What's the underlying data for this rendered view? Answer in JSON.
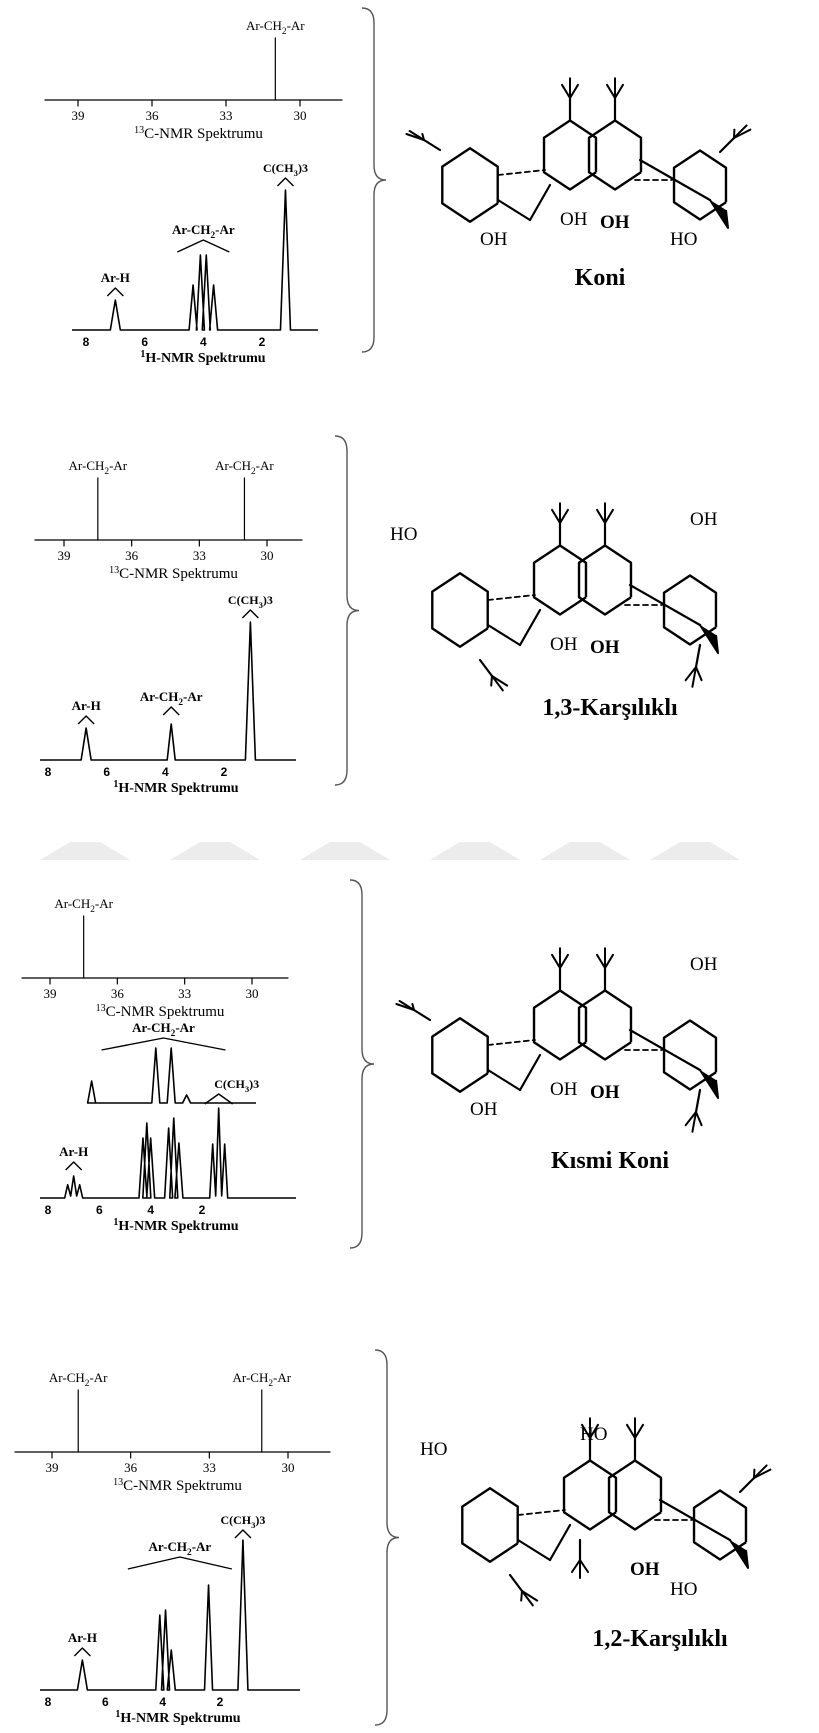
{
  "panels": [
    {
      "name": "Koni",
      "c13": {
        "title": "C-NMR Spektrumu",
        "sup": "13",
        "ticks": [
          "39",
          "36",
          "33",
          "30"
        ],
        "peaks": [
          {
            "label": "Ar-CH",
            "sub": "2",
            "tail": "-Ar",
            "ppm": 31.0
          }
        ]
      },
      "h1": {
        "title": "H-NMR Spektrumu",
        "sup": "1",
        "ticks": [
          "8",
          "6",
          "4",
          "2"
        ],
        "labels": [
          {
            "text": "Ar-H",
            "sub": "",
            "tail": ""
          },
          {
            "text": "Ar-CH",
            "sub": "2",
            "tail": "-Ar"
          },
          {
            "text": "C(CH",
            "sub": "3",
            "tail": ")3"
          }
        ]
      },
      "molecule": {
        "oh": [
          "OH",
          "OH",
          "OH",
          "HO"
        ]
      }
    },
    {
      "name": "1,3-Karşılıklı",
      "c13": {
        "title": "C-NMR Spektrumu",
        "sup": "13",
        "ticks": [
          "39",
          "36",
          "33",
          "30"
        ],
        "peaks": [
          {
            "label": "Ar-CH",
            "sub": "2",
            "tail": "-Ar",
            "ppm": 37.5
          },
          {
            "label": "Ar-CH",
            "sub": "2",
            "tail": "-Ar",
            "ppm": 31.0
          }
        ]
      },
      "h1": {
        "title": "H-NMR Spektrumu",
        "sup": "1",
        "ticks": [
          "8",
          "6",
          "4",
          "2"
        ],
        "labels": [
          {
            "text": "Ar-H",
            "sub": "",
            "tail": ""
          },
          {
            "text": "Ar-CH",
            "sub": "2",
            "tail": "-Ar"
          },
          {
            "text": "C(CH",
            "sub": "3",
            "tail": ")3"
          }
        ]
      },
      "molecule": {
        "oh": [
          "HO",
          "OH",
          "OH",
          "OH"
        ]
      }
    },
    {
      "name": "Kısmi Koni",
      "c13": {
        "title": "C-NMR Spektrumu",
        "sup": "13",
        "ticks": [
          "39",
          "36",
          "33",
          "30"
        ],
        "peaks": [
          {
            "label": "Ar-CH",
            "sub": "2",
            "tail": "-Ar",
            "ppm": 37.5
          }
        ]
      },
      "h1": {
        "title": "H-NMR Spektrumu",
        "sup": "1",
        "ticks": [
          "8",
          "6",
          "4",
          "2"
        ],
        "labels": [
          {
            "text": "Ar-H",
            "sub": "",
            "tail": ""
          },
          {
            "text": "Ar-CH",
            "sub": "2",
            "tail": "-Ar"
          },
          {
            "text": "C(CH",
            "sub": "3",
            "tail": ")3"
          }
        ]
      },
      "molecule": {
        "oh": [
          "OH",
          "OH",
          "OH",
          "OH"
        ]
      }
    },
    {
      "name": "1,2-Karşılıklı",
      "c13": {
        "title": "C-NMR Spektrumu",
        "sup": "13",
        "ticks": [
          "39",
          "36",
          "33",
          "30"
        ],
        "peaks": [
          {
            "label": "Ar-CH",
            "sub": "2",
            "tail": "-Ar",
            "ppm": 38.0
          },
          {
            "label": "Ar-CH",
            "sub": "2",
            "tail": "-Ar",
            "ppm": 31.0
          }
        ]
      },
      "h1": {
        "title": "H-NMR Spektrumu",
        "sup": "1",
        "ticks": [
          "8",
          "6",
          "4",
          "2"
        ],
        "labels": [
          {
            "text": "Ar-H",
            "sub": "",
            "tail": ""
          },
          {
            "text": "Ar-CH",
            "sub": "2",
            "tail": "-Ar"
          },
          {
            "text": "C(CH",
            "sub": "3",
            "tail": ")3"
          }
        ]
      },
      "molecule": {
        "oh": [
          "HO",
          "HO",
          "OH",
          "HO"
        ]
      }
    }
  ],
  "colors": {
    "ink": "#000000",
    "watermark": "#ececec"
  }
}
